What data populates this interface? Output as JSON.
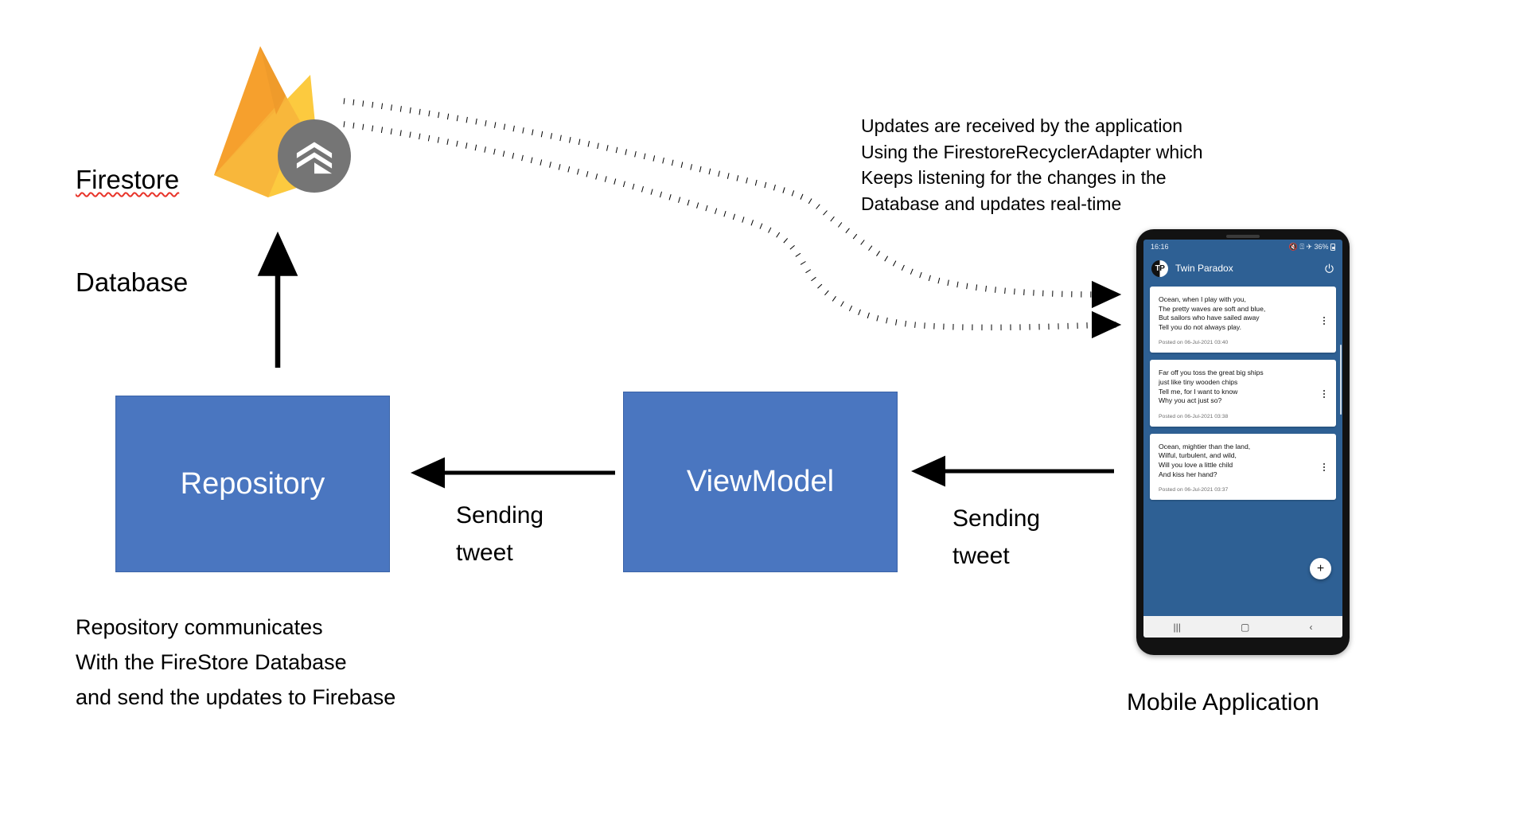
{
  "diagram": {
    "firestore": {
      "label_line1": "Firestore",
      "label_line2": "Database",
      "logo_name": "firebase-firestore-logo",
      "flame_color_dark": "#F6A02D",
      "flame_color_light": "#FCCA3F",
      "badge_color": "#757575"
    },
    "boxes": [
      {
        "id": "repository",
        "label": "Repository",
        "fill": "#4A76C0",
        "text_color": "#FFFFFF"
      },
      {
        "id": "viewmodel",
        "label": "ViewModel",
        "fill": "#4A76C0",
        "text_color": "#FFFFFF"
      }
    ],
    "arrows": [
      {
        "id": "repo-to-firestore",
        "style": "solid",
        "direction": "up",
        "label": ""
      },
      {
        "id": "viewmodel-to-repository",
        "style": "solid",
        "direction": "left",
        "label": "Sending\ntweet"
      },
      {
        "id": "app-to-viewmodel",
        "style": "solid",
        "direction": "left",
        "label": "Sending\ntweet"
      },
      {
        "id": "firestore-to-app-1",
        "style": "dotted",
        "direction": "right",
        "label": ""
      },
      {
        "id": "firestore-to-app-2",
        "style": "dotted",
        "direction": "right",
        "label": ""
      }
    ],
    "notes": {
      "updates_note": "Updates are received by the application\nUsing the FirestoreRecyclerAdapter which\nKeeps listening for the changes in the\nDatabase and updates real-time",
      "repository_note": "Repository communicates\nWith the FireStore Database\nand send the updates to Firebase"
    },
    "send_label_1": "Sending\ntweet",
    "send_label_2": "Sending\ntweet",
    "mobile_app_label": "Mobile Application"
  },
  "phone": {
    "screen_bg": "#2E6094",
    "status_bar": {
      "time": "16:16",
      "battery_percent": "36%",
      "icons": [
        "mute-icon",
        "wifi-icon",
        "airplane-mode-icon"
      ]
    },
    "app_bar": {
      "logo_initial_left": "T",
      "logo_initial_right": "P",
      "title": "Twin Paradox",
      "action_icon": "power-icon"
    },
    "cards": [
      {
        "text": "Ocean, when I play with you,\nThe pretty waves are soft and blue,\nBut sailors who have sailed away\nTell you do not always play.",
        "meta": "Posted on 06-Jul-2021 03:40"
      },
      {
        "text": "Far off you toss the great big ships\njust like tiny wooden chips\nTell me, for I want to know\nWhy you act just so?",
        "meta": "Posted on 06-Jul-2021 03:38"
      },
      {
        "text": "Ocean, mightier than the land,\nWilful, turbulent, and wild,\nWill you love a little child\nAnd kiss her hand?",
        "meta": "Posted on 06-Jul-2021 03:37"
      }
    ],
    "fab_label": "+",
    "nav_bar": {
      "recents": "|||",
      "home": "▢",
      "back": "‹"
    }
  }
}
